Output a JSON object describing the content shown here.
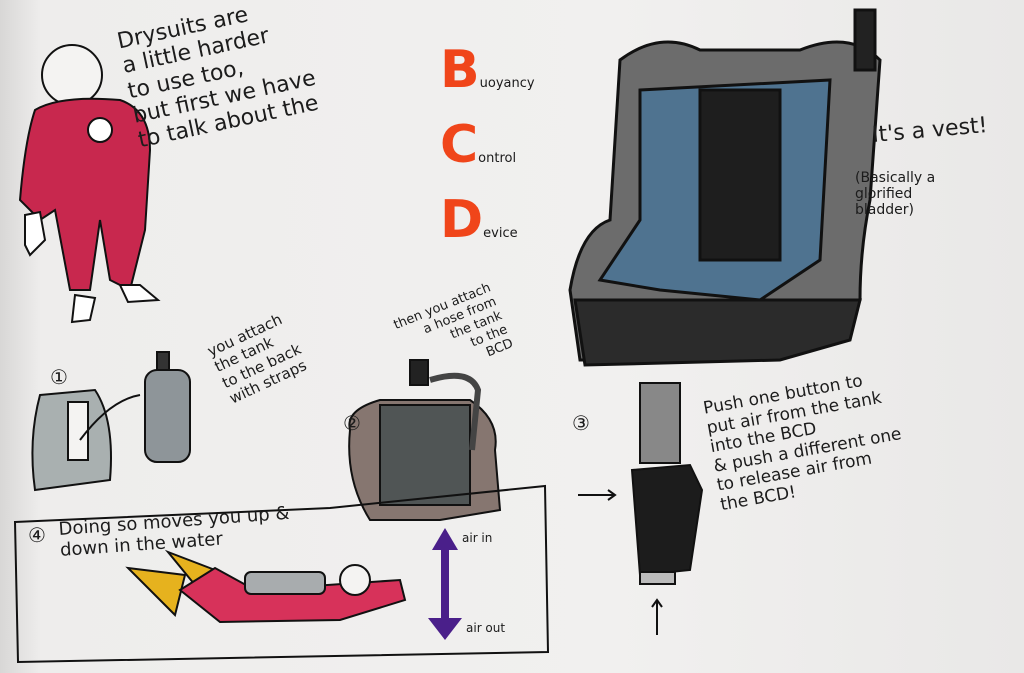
{
  "intro_text": "Drysuits are\na little harder\nto use too,\nbut first we have\nto talk about the",
  "acronym": [
    {
      "letter": "B",
      "rest": "uoyancy"
    },
    {
      "letter": "C",
      "rest": "ontrol"
    },
    {
      "letter": "D",
      "rest": "evice"
    }
  ],
  "vest_note": {
    "title": "It's a vest!",
    "aside": "(Basically a\nglorified\nbladder)"
  },
  "steps": [
    {
      "number": "①",
      "text": "you attach\nthe tank\nto the back\nwith straps"
    },
    {
      "number": "②",
      "text": "then you attach\na hose from\nthe tank\nto the\nBCD"
    },
    {
      "number": "③",
      "text": "Push one button to\nput air from the tank\ninto the BCD\n& push a different one\nto release air from\nthe BCD!"
    },
    {
      "number": "④",
      "text": "Doing so moves you up &\ndown in the water"
    }
  ],
  "arrow_labels": {
    "up": "air in",
    "down": "air out"
  },
  "colors": {
    "acronym": "#f0451a",
    "suit": "#d7325a",
    "fins": "#e6b21e",
    "arrow": "#4a1f8a",
    "bcd_blue": "#4f7390"
  }
}
